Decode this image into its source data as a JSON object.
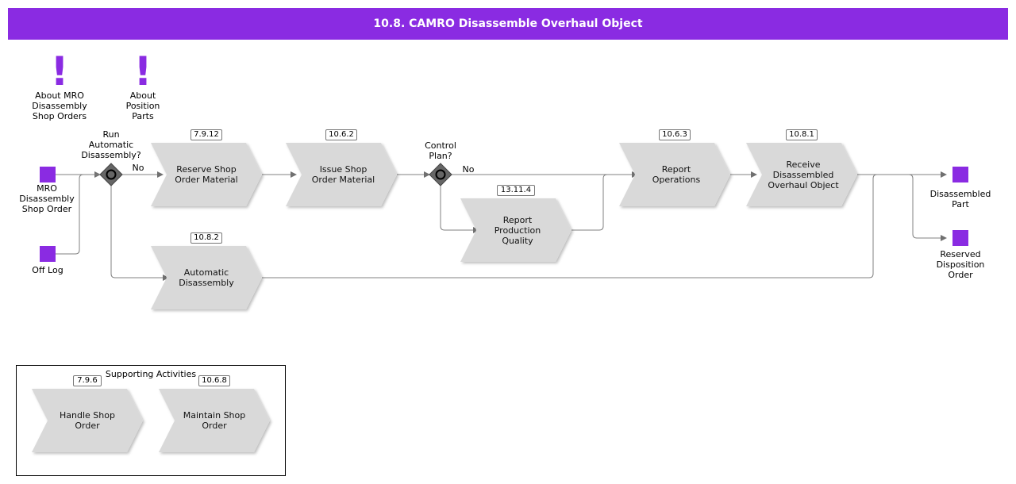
{
  "title": "10.8. CAMRO Disassemble Overhaul Object",
  "notes": {
    "about_mro": "About MRO\nDisassembly\nShop Orders",
    "about_position": "About\nPosition\nParts"
  },
  "events": {
    "mro_shop_order": "MRO\nDisassembly\nShop Order",
    "off_log": "Off Log",
    "disassembled_part": "Disassembled\nPart",
    "reserved_disposition": "Reserved\nDisposition\nOrder"
  },
  "gateways": {
    "run_auto": "Run\nAutomatic\nDisassembly?",
    "run_auto_no": "No",
    "control_plan": "Control\nPlan?",
    "control_plan_no": "No"
  },
  "processes": {
    "reserve": {
      "label": "Reserve Shop\nOrder Material",
      "ref": "7.9.12"
    },
    "issue": {
      "label": "Issue Shop\nOrder Material",
      "ref": "10.6.2"
    },
    "report_quality": {
      "label": "Report\nProduction\nQuality",
      "ref": "13.11.4"
    },
    "report_ops": {
      "label": "Report\nOperations",
      "ref": "10.6.3"
    },
    "receive": {
      "label": "Receive\nDisassembled\nOverhaul Object",
      "ref": "10.8.1"
    },
    "auto": {
      "label": "Automatic\nDisassembly",
      "ref": "10.8.2"
    },
    "handle": {
      "label": "Handle Shop\nOrder",
      "ref": "7.9.6"
    },
    "maintain": {
      "label": "Maintain Shop\nOrder",
      "ref": "10.6.8"
    }
  },
  "supporting": {
    "title": "Supporting Activities"
  },
  "colors": {
    "accent": "#8a2be2",
    "shape_fill": "#d9d9d9",
    "line": "#808080"
  }
}
